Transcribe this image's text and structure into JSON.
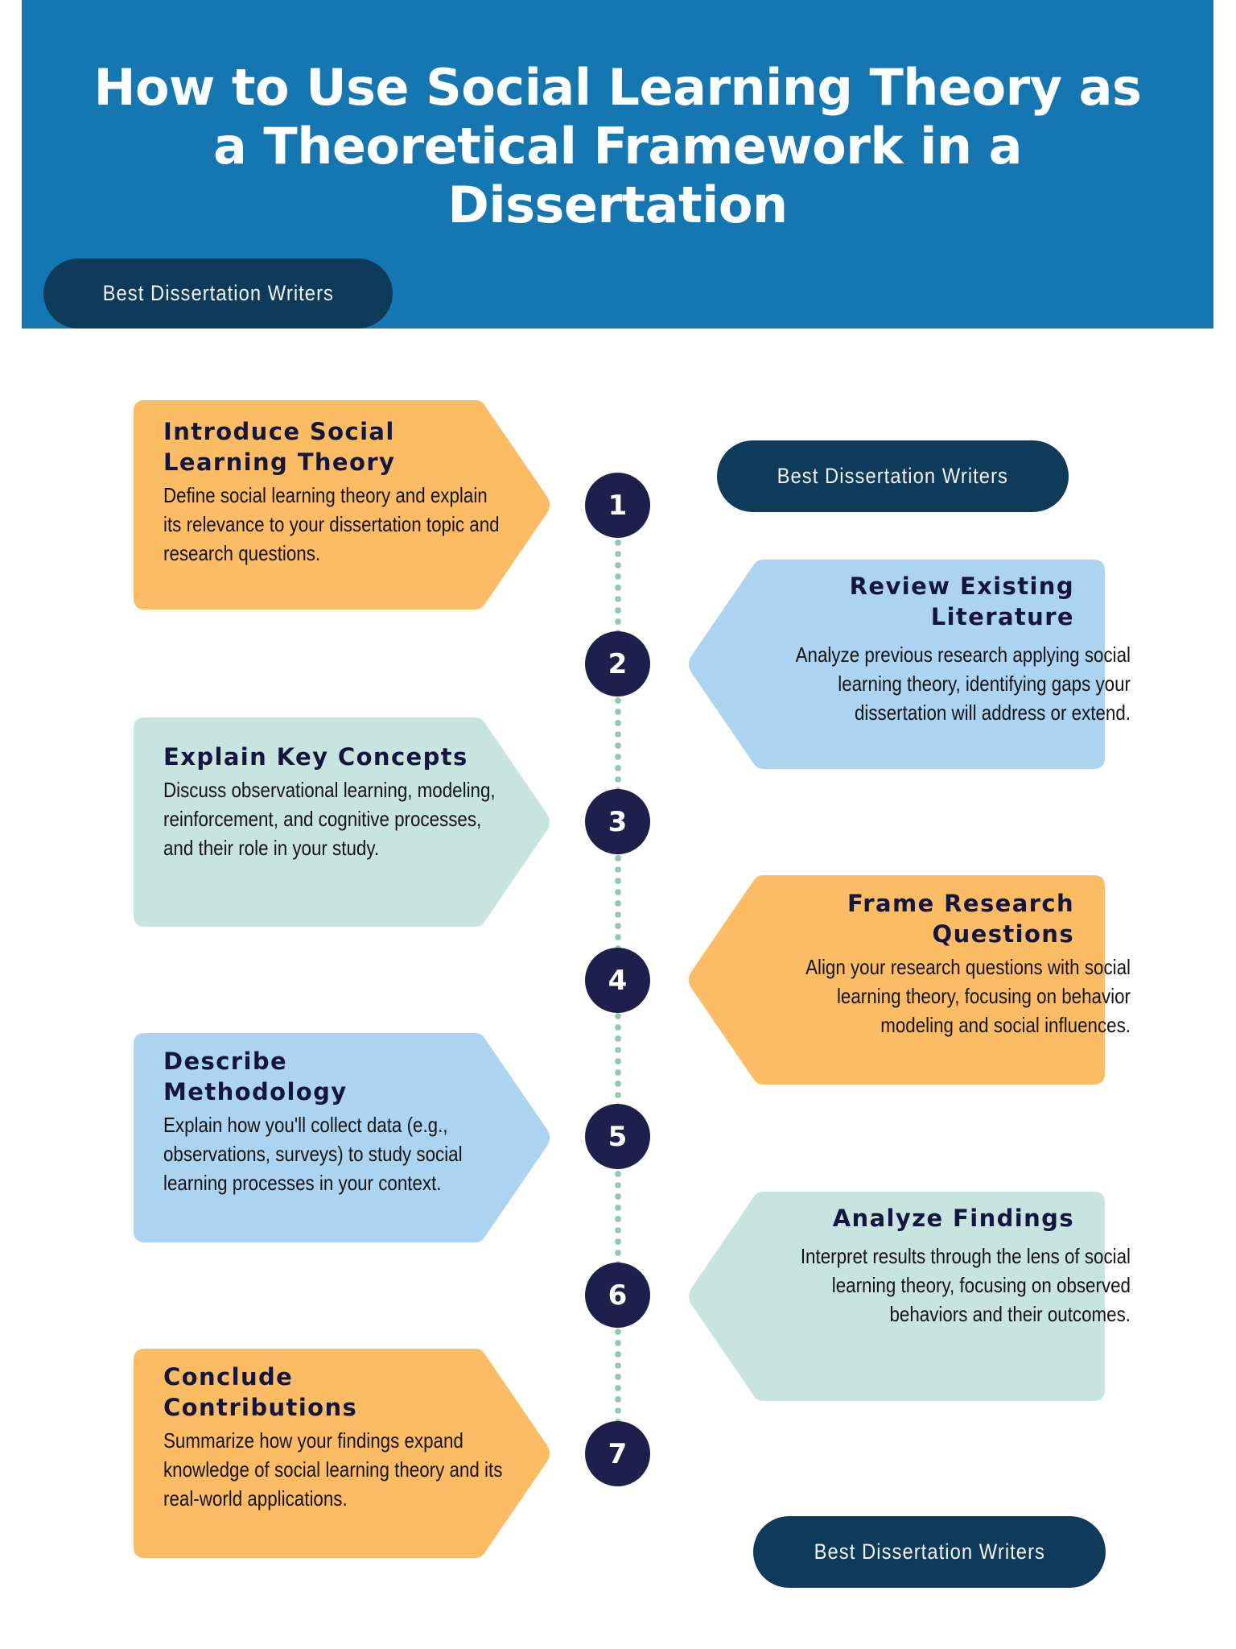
{
  "header": {
    "title": "How to Use Social Learning Theory as a Theoretical Framework in a Dissertation",
    "brand_pill": "Best Dissertation Writers",
    "background_color": "#1577b1"
  },
  "brand_pills": {
    "middle": "Best Dissertation Writers",
    "bottom": "Best Dissertation Writers",
    "color": "#0f3b5a"
  },
  "timeline": {
    "dot_color": "#8fcbb1",
    "circle_color": "#1f1f4b"
  },
  "steps": [
    {
      "number": "1",
      "side": "left",
      "color": "#fcbc63",
      "title": "Introduce Social Learning Theory",
      "description": "Define social learning theory and explain its relevance to your dissertation topic and research questions."
    },
    {
      "number": "2",
      "side": "right",
      "color": "#acd3f0",
      "title": "Review Existing Literature",
      "description": "Analyze previous research applying social learning theory, identifying gaps your dissertation will address or extend."
    },
    {
      "number": "3",
      "side": "left",
      "color": "#c8e4de",
      "title": "Explain Key Concepts",
      "description": "Discuss observational learning, modeling, reinforcement, and cognitive processes, and their role in your study."
    },
    {
      "number": "4",
      "side": "right",
      "color": "#fcbc63",
      "title": "Frame Research Questions",
      "description": "Align your research questions with social learning theory, focusing on behavior modeling and social influences."
    },
    {
      "number": "5",
      "side": "left",
      "color": "#acd3f0",
      "title": "Describe Methodology",
      "description": "Explain how you'll collect data (e.g., observations, surveys) to study social learning processes in your context."
    },
    {
      "number": "6",
      "side": "right",
      "color": "#c8e4de",
      "title": "Analyze Findings",
      "description": "Interpret results through the lens of social learning theory, focusing on observed behaviors and their outcomes."
    },
    {
      "number": "7",
      "side": "left",
      "color": "#fcbc63",
      "title": "Conclude Contributions",
      "description": "Summarize how your findings expand knowledge of social learning theory and its real-world applications."
    }
  ]
}
